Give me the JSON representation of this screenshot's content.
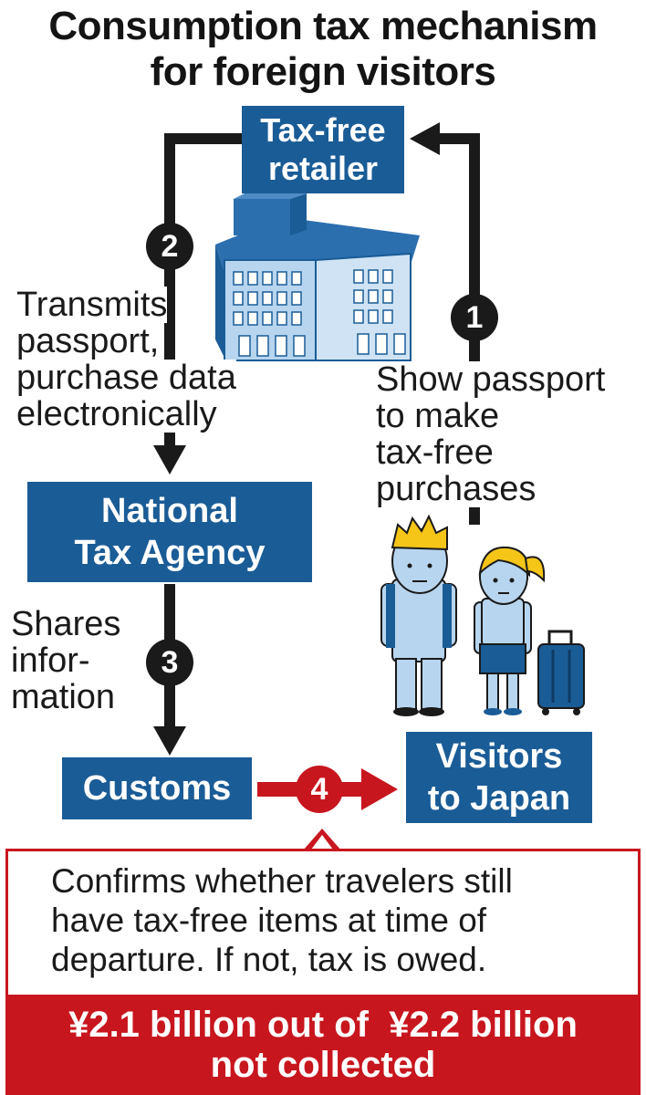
{
  "title": {
    "line1": "Consumption tax mechanism",
    "line2": "for foreign visitors"
  },
  "nodes": {
    "retailer": {
      "line1": "Tax-free",
      "line2": "retailer"
    },
    "nta": {
      "line1": "National",
      "line2": "Tax Agency"
    },
    "customs": {
      "line1": "Customs"
    },
    "visitors": {
      "line1": "Visitors",
      "line2": "to Japan"
    }
  },
  "steps": {
    "s1": {
      "number": "1",
      "lines": [
        "Show passport",
        "to make",
        "tax-free",
        "purchases"
      ]
    },
    "s2": {
      "number": "2",
      "lines": [
        "Transmits",
        "passport,",
        "purchase data",
        "electronically"
      ]
    },
    "s3": {
      "number": "3",
      "lines": [
        "Shares",
        "infor-",
        "mation"
      ]
    },
    "s4": {
      "number": "4"
    }
  },
  "callout": {
    "lines": [
      "Confirms whether travelers still",
      "have tax-free items at time of",
      "departure. If not, tax is owed."
    ]
  },
  "banner": {
    "line1": "¥2.1 billion out of  ¥2.2 billion",
    "line2": "not collected"
  },
  "colors": {
    "box_blue": "#1a5c96",
    "arrow_black": "#1a1a1a",
    "accent_red": "#c8161e",
    "light_blue": "#b7d5ee"
  }
}
